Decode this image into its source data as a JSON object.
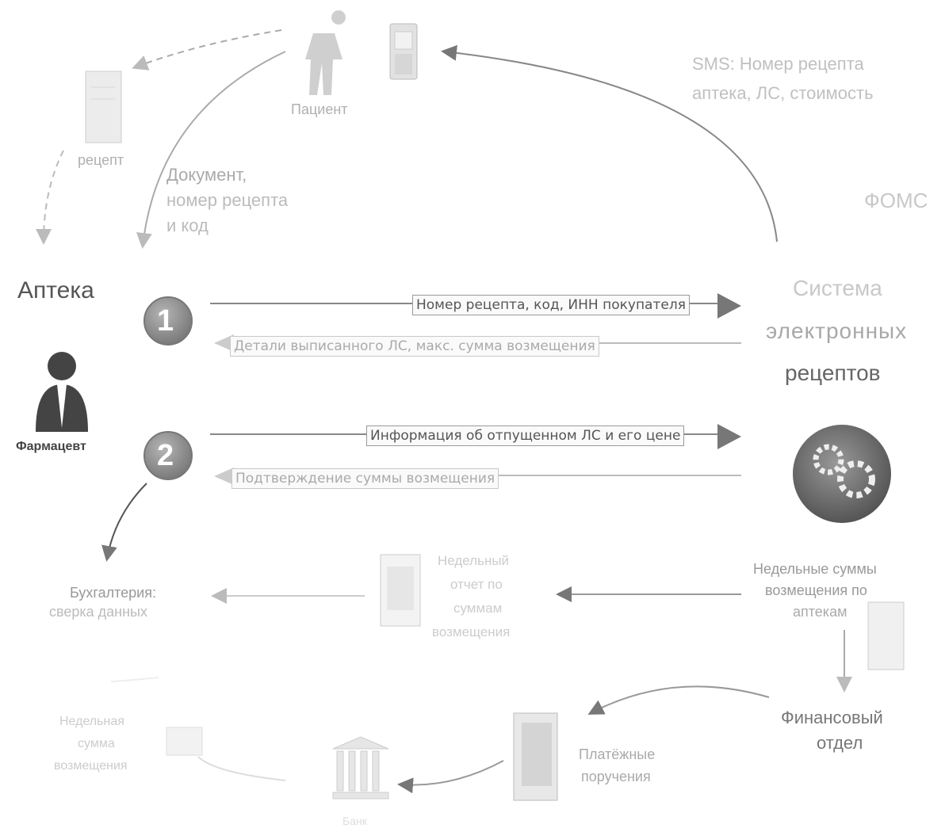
{
  "labels": {
    "patient": "Пациент",
    "recipe": "рецепт",
    "sms": "SMS: Номер рецепта",
    "sms2": "аптека, ЛС, стоимость",
    "doc": "Документ,",
    "doc2": "номер рецепта",
    "doc3": "и код",
    "foms": "ФОМС",
    "pharmacy": "Аптека",
    "pharmacist": "Фармацевт",
    "system1": "Система",
    "system2": "электронных",
    "system3": "рецептов",
    "accounting1": "Бухгалтерия:",
    "accounting2": "сверка данных",
    "weekly_report1": "Недельный",
    "weekly_report2": "отчет по",
    "weekly_report3": "суммам",
    "weekly_report4": "возмещения",
    "weekly_sums1": "Недельные суммы",
    "weekly_sums2": "возмещения по",
    "weekly_sums3": "аптекам",
    "finance1": "Финансовый",
    "finance2": "отдел",
    "payments1": "Платёжные",
    "payments2": "поручения",
    "weekly_sum1": "Недельная",
    "weekly_sum2": "сумма",
    "weekly_sum3": "возмещения",
    "bank": "Банк"
  },
  "steps": {
    "one": "1",
    "two": "2"
  },
  "messages": {
    "m1": "Номер рецепта, код, ИНН покупателя",
    "m2": "Детали выписанного ЛС, макс. сумма возмещения",
    "m3": "Информация об отпущенном ЛС и его цене",
    "m4": "Подтверждение суммы возмещения"
  },
  "colors": {
    "arrow": "#666666",
    "light": "#bbbbbb",
    "badge": "#8a8a8a"
  }
}
